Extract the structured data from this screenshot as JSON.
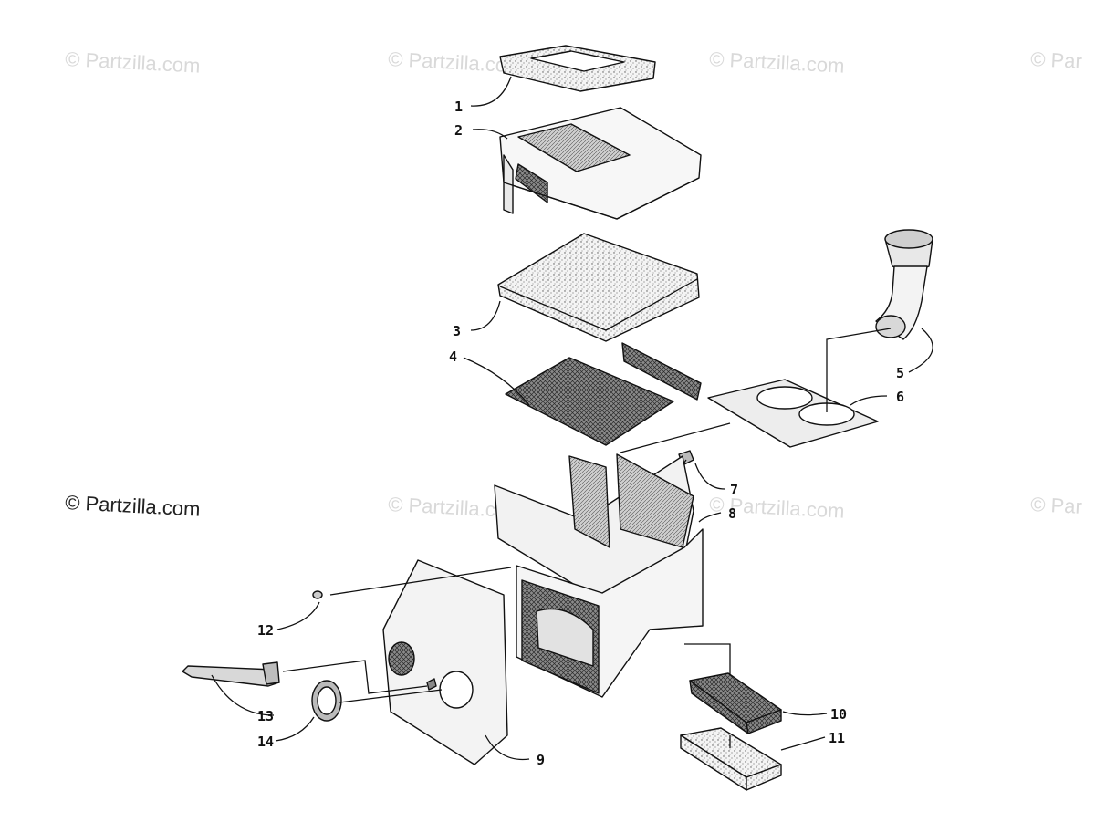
{
  "watermark_text": "© Partzilla.com",
  "watermark_main": "© Partzilla.com",
  "watermark_partial": "© Par",
  "callouts": [
    "1",
    "2",
    "3",
    "4",
    "5",
    "6",
    "7",
    "8",
    "9",
    "10",
    "11",
    "12",
    "13",
    "14"
  ]
}
